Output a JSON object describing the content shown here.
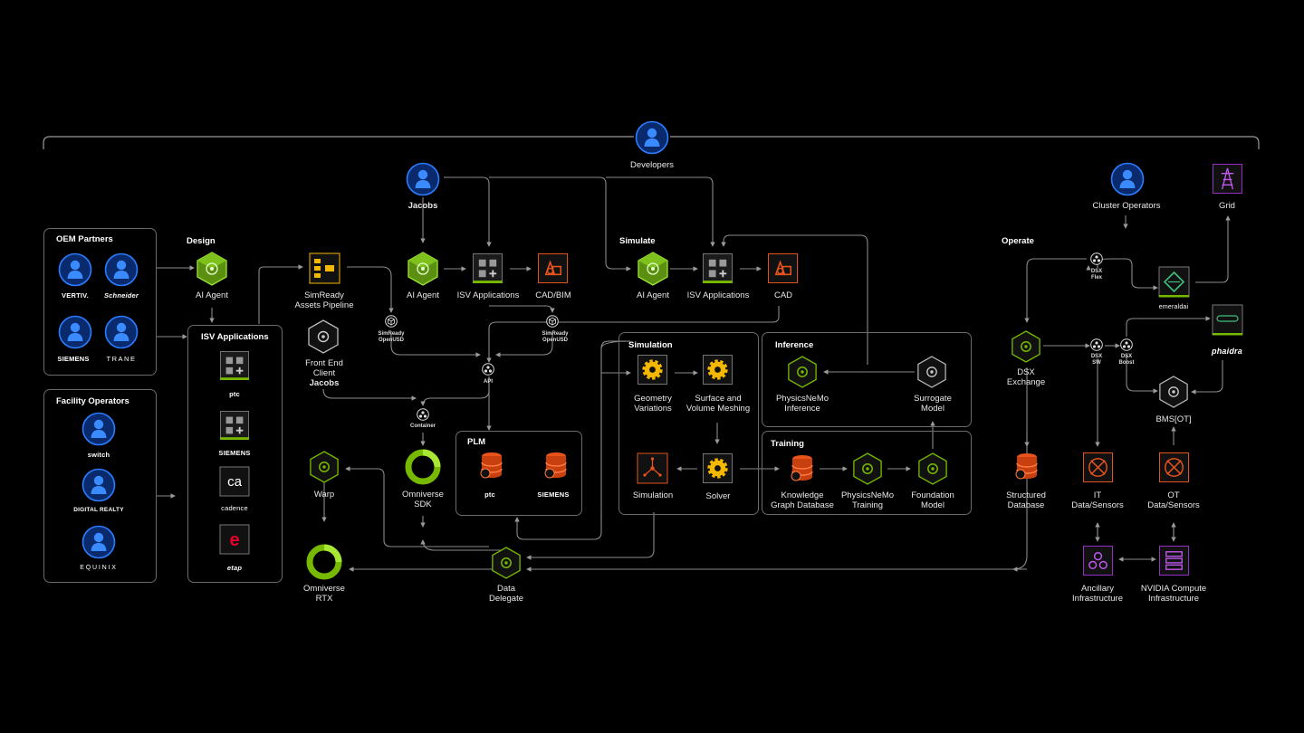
{
  "developers": {
    "label": "Developers"
  },
  "groups": {
    "oem": {
      "title": "OEM Partners",
      "logos": [
        "VERTIV.",
        "Schneider",
        "SIEMENS",
        "TRANE"
      ]
    },
    "facility": {
      "title": "Facility Operators",
      "logos": [
        "switch",
        "DIGITAL REALTY",
        "EQUINIX"
      ]
    },
    "isv": {
      "title": "ISV Applications",
      "logos": [
        "ptc",
        "SIEMENS",
        "cadence",
        "etap"
      ]
    },
    "simulation": {
      "title": "Simulation"
    },
    "inference": {
      "title": "Inference"
    },
    "training": {
      "title": "Training"
    },
    "plm": {
      "title": "PLM",
      "logos": [
        "ptc",
        "SIEMENS"
      ]
    }
  },
  "sections": {
    "design": "Design",
    "simulate": "Simulate",
    "operate": "Operate"
  },
  "nodes": {
    "design_agent": "AI Agent",
    "simready_pipeline": [
      "SimReady",
      "Assets Pipeline"
    ],
    "front_end": [
      "Front End",
      "Client"
    ],
    "front_end_sub": "Jacobs",
    "jacobs": "Jacobs",
    "jacobs_agent": "AI Agent",
    "isv_apps_1": "ISV Applications",
    "cad_bim": "CAD/BIM",
    "sim_agent": "AI Agent",
    "isv_apps_2": "ISV Applications",
    "cad": "CAD",
    "simready_usd_1": [
      "SimReady",
      "OpenUSD"
    ],
    "simready_usd_2": [
      "SimReady",
      "OpenUSD"
    ],
    "api": "API",
    "container": "Container",
    "omniverse_sdk": [
      "Omniverse",
      "SDK"
    ],
    "warp": "Warp",
    "omniverse_rtx": [
      "Omniverse",
      "RTX"
    ],
    "data_delegate": [
      "Data",
      "Delegate"
    ],
    "geometry_variations": [
      "Geometry",
      "Variations"
    ],
    "surface_meshing": [
      "Surface and",
      "Volume Meshing"
    ],
    "simulation_node": "Simulation",
    "solver": "Solver",
    "physicsnemo_inference": [
      "PhysicsNeMo",
      "Inference"
    ],
    "surrogate_model": [
      "Surrogate",
      "Model"
    ],
    "knowledge_graph": [
      "Knowledge",
      "Graph Database"
    ],
    "physicsnemo_training": [
      "PhysicsNeMo",
      "Training"
    ],
    "foundation_model": [
      "Foundation",
      "Model"
    ],
    "cluster_operators": "Cluster Operators",
    "grid": "Grid",
    "dsx_flex": [
      "DSX",
      "Flex"
    ],
    "emerald": "emeraldai",
    "phaidra": "phaidra",
    "dsx_exchange": [
      "DSX",
      "Exchange"
    ],
    "dsx_sw": [
      "DSX",
      "SW"
    ],
    "dsx_boost": [
      "DSX",
      "Boost"
    ],
    "bms": "BMS[OT]",
    "structured_db": [
      "Structured",
      "Database"
    ],
    "it_sensors": [
      "IT",
      "Data/Sensors"
    ],
    "ot_sensors": [
      "OT",
      "Data/Sensors"
    ],
    "ancillary": [
      "Ancillary",
      "Infrastructure"
    ],
    "nvidia_compute": [
      "NVIDIA Compute",
      "Infrastructure"
    ]
  },
  "colors": {
    "green": "#76b900",
    "blue": "#1a5fd6",
    "orange": "#e8541c",
    "yellow": "#f5b800",
    "purple": "#9b2fc9",
    "line": "#8a8a8a"
  }
}
